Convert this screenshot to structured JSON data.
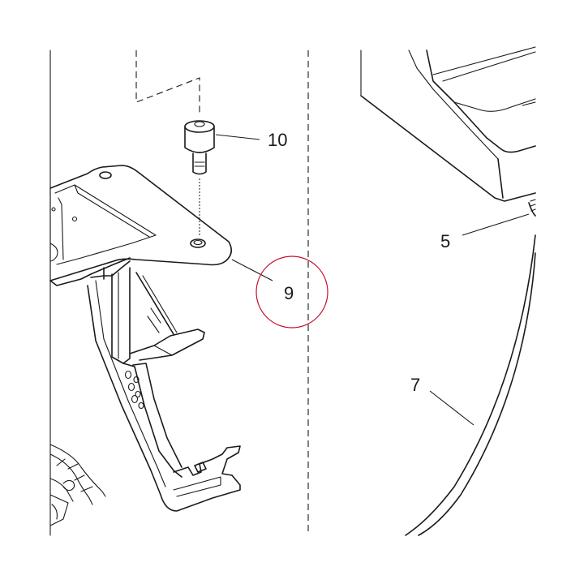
{
  "callouts": {
    "part_10": "10",
    "part_9": "9",
    "part_5": "5",
    "part_7": "7"
  },
  "colors": {
    "line": "#1a1a1a",
    "highlight_circle": "#c8102e",
    "background": "#ffffff"
  }
}
